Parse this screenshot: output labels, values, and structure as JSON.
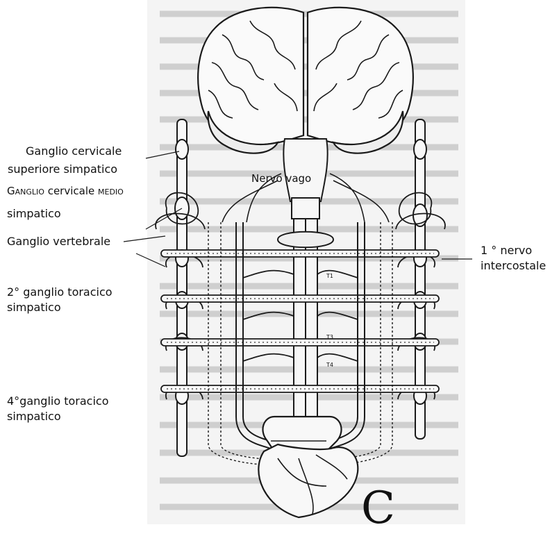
{
  "labels": {
    "ganglio_cervicale_superiore_1": "Ganglio cervicale",
    "ganglio_cervicale_superiore_2": "superiore simpatico",
    "ganglio_cervicale_medio_a": "Ganglio",
    "ganglio_cervicale_medio_b": " cervicale ",
    "ganglio_cervicale_medio_c": "medio",
    "ganglio_cervicale_medio_2": "simpatico",
    "ganglio_vertebrale": "Ganglio vertebrale",
    "ganglio_toracico_2_1": "2° ganglio toracico",
    "ganglio_toracico_2_2": "simpatico",
    "ganglio_toracico_4_1": "4°ganglio toracico",
    "ganglio_toracico_4_2": "simpatico",
    "nervo_intercostale_1": "1 ° nervo",
    "nervo_intercostale_2": "intercostale",
    "nervo_vago": "Nervo vago",
    "vertebra_t1": "T1",
    "vertebra_t3": "T3",
    "vertebra_t4": "T4",
    "big_letter": "C"
  },
  "colors": {
    "ink": "#1a1a1a",
    "paper": "#f3f3f3",
    "bleed_text": "#c9c9c9"
  }
}
